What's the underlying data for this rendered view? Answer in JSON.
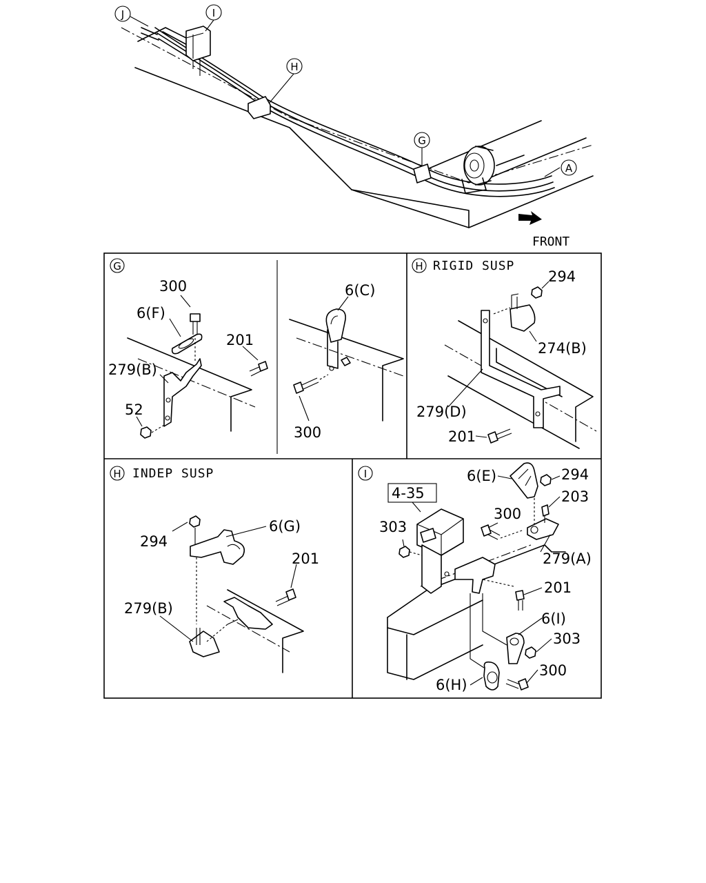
{
  "overview": {
    "callouts": [
      "J",
      "I",
      "H",
      "G",
      "A"
    ],
    "front_label": "FRONT"
  },
  "panels": {
    "g": {
      "letter": "G",
      "labels": [
        "300",
        "6(F)",
        "201",
        "279(B)",
        "52",
        "6(C)",
        "300"
      ]
    },
    "h_rigid": {
      "letter": "H",
      "title": "RIGID SUSP",
      "labels": [
        "294",
        "274(B)",
        "279(D)",
        "201"
      ]
    },
    "h_indep": {
      "letter": "H",
      "title": "INDEP SUSP",
      "labels": [
        "294",
        "6(G)",
        "201",
        "279(B)"
      ]
    },
    "i": {
      "letter": "I",
      "ref_box": "4-35",
      "labels": [
        "6(E)",
        "294",
        "203",
        "300",
        "303",
        "279(A)",
        "201",
        "6(I)",
        "303",
        "300",
        "6(H)"
      ]
    }
  }
}
